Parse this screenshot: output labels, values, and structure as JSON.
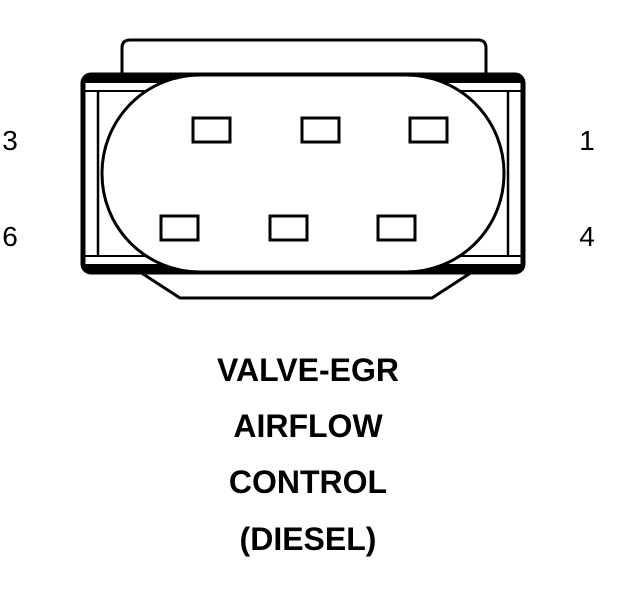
{
  "connector": {
    "pin_numbers": {
      "top_left": "3",
      "top_right": "1",
      "bottom_left": "6",
      "bottom_right": "4"
    }
  },
  "caption": {
    "line1": "VALVE-EGR",
    "line2": "AIRFLOW",
    "line3": "CONTROL",
    "line4": "(DIESEL)"
  }
}
